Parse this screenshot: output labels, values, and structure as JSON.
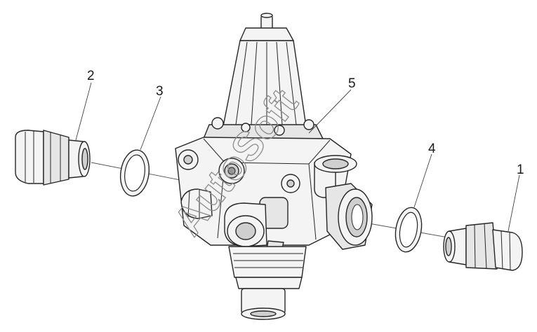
{
  "diagram": {
    "callouts": [
      {
        "id": "1",
        "label": "1"
      },
      {
        "id": "2",
        "label": "2"
      },
      {
        "id": "3",
        "label": "3"
      },
      {
        "id": "4",
        "label": "4"
      },
      {
        "id": "5",
        "label": "5"
      }
    ],
    "watermark": "AutoSoft"
  }
}
